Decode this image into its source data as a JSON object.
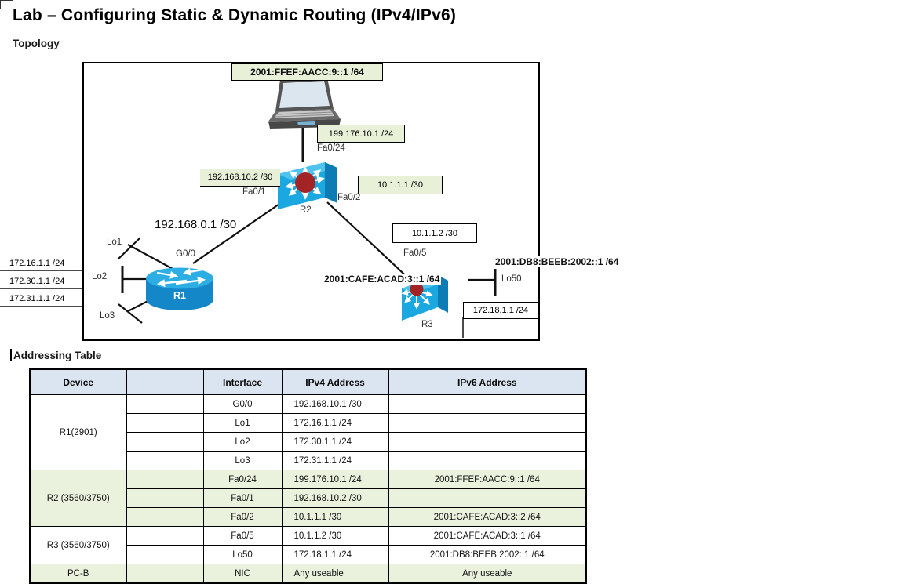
{
  "page": {
    "title": "Lab – Configuring Static & Dynamic Routing (IPv4/IPv6)",
    "topology_heading": "Topology",
    "table_heading": "Addressing Table"
  },
  "topology": {
    "device_labels": {
      "r1": "R1",
      "r2": "R2",
      "r3": "R3"
    },
    "labels": {
      "pc_ipv6": "2001:FFEF:AACC:9::1 /64",
      "pc_ipv4": "199.176.10.1 /24",
      "r2_port_pc": "Fa0/24",
      "r2_fa01_ip": "192.168.10.2 /30",
      "r2_port_r1": "Fa0/1",
      "r2_fa02_ip": "10.1.1.1 /30",
      "r2_port_r3": "Fa0/2",
      "r1_g00_ip": "192.168.0.1 /30",
      "r3_fa05_ip": "10.1.1.2 /30",
      "r1_port_lo1": "Lo1",
      "r1_port_g00": "G0/0",
      "r3_port_fa05": "Fa0/5",
      "r1_lo1_ip": "172.16.1.1 /24",
      "r1_port_lo2": "Lo2",
      "r1_lo2_ip": "172.30.1.1 /24",
      "r1_lo3_ip": "172.31.1.1 /24",
      "r1_port_lo3": "Lo3",
      "r3_fa05_ipv6": "2001:CAFE:ACAD:3::1 /64",
      "r3_lo50_ipv6": "2001:DB8:BEEB:2002::1 /64",
      "r3_port_lo50": "Lo50",
      "r3_lo50_ip": "172.18.1.1 /24"
    }
  },
  "table": {
    "headers": {
      "device": "Device",
      "blank": "",
      "interface": "Interface",
      "ipv4": "IPv4 Address",
      "ipv6": "IPv6 Address"
    },
    "device_groups": [
      {
        "name": "R1(2901)"
      },
      {
        "name": "R2 (3560/3750)"
      },
      {
        "name": "R3 (3560/3750)"
      },
      {
        "name": "PC-B"
      }
    ],
    "rows": [
      {
        "interface": "G0/0",
        "ipv4": "192.168.10.1 /30",
        "ipv6": ""
      },
      {
        "interface": "Lo1",
        "ipv4": "172.16.1.1 /24",
        "ipv6": ""
      },
      {
        "interface": "Lo2",
        "ipv4": "172.30.1.1 /24",
        "ipv6": ""
      },
      {
        "interface": "Lo3",
        "ipv4": "172.31.1.1 /24",
        "ipv6": ""
      },
      {
        "interface": "Fa0/24",
        "ipv4": "199.176.10.1 /24",
        "ipv6": "2001:FFEF:AACC:9::1 /64"
      },
      {
        "interface": "Fa0/1",
        "ipv4": "192.168.10.2 /30",
        "ipv6": ""
      },
      {
        "interface": "Fa0/2",
        "ipv4": "10.1.1.1 /30",
        "ipv6": "2001:CAFE:ACAD:3::2 /64"
      },
      {
        "interface": "Fa0/5",
        "ipv4": "10.1.1.2 /30",
        "ipv6": "2001:CAFE:ACAD:3::1 /64"
      },
      {
        "interface": "Lo50",
        "ipv4": "172.18.1.1 /24",
        "ipv6": "2001:DB8:BEEB:2002::1 /64"
      },
      {
        "interface": "NIC",
        "ipv4": "Any useable",
        "ipv6": "Any useable"
      }
    ]
  },
  "colors": {
    "header_blue": "#dbe5f1",
    "row_green": "#eaf1dd",
    "label_green": "#e8f0d8",
    "cisco_blue": "#1ba7e0",
    "cisco_blue_dark": "#0d7cb4",
    "cisco_blue_light": "#4fc3ee",
    "hub_red": "#a32424"
  }
}
